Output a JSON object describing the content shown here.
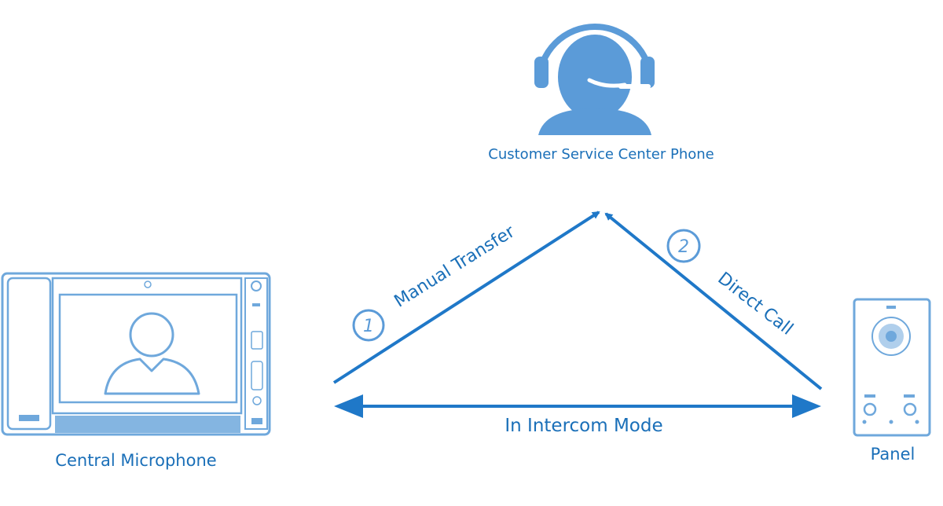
{
  "nodes": {
    "center": {
      "label": "Customer Service Center Phone"
    },
    "left": {
      "label": "Central Microphone"
    },
    "right": {
      "label": "Panel"
    }
  },
  "edges": {
    "manual": {
      "number": "1",
      "label": "Manual Transfer"
    },
    "direct": {
      "number": "2",
      "label": "Direct Call"
    },
    "intercom": {
      "label": "In Intercom Mode"
    }
  },
  "colors": {
    "primary": "#1f78c8",
    "icon": "#5b9bd8",
    "device_line": "#6fa8dc",
    "label_text": "#1a6fb8"
  }
}
